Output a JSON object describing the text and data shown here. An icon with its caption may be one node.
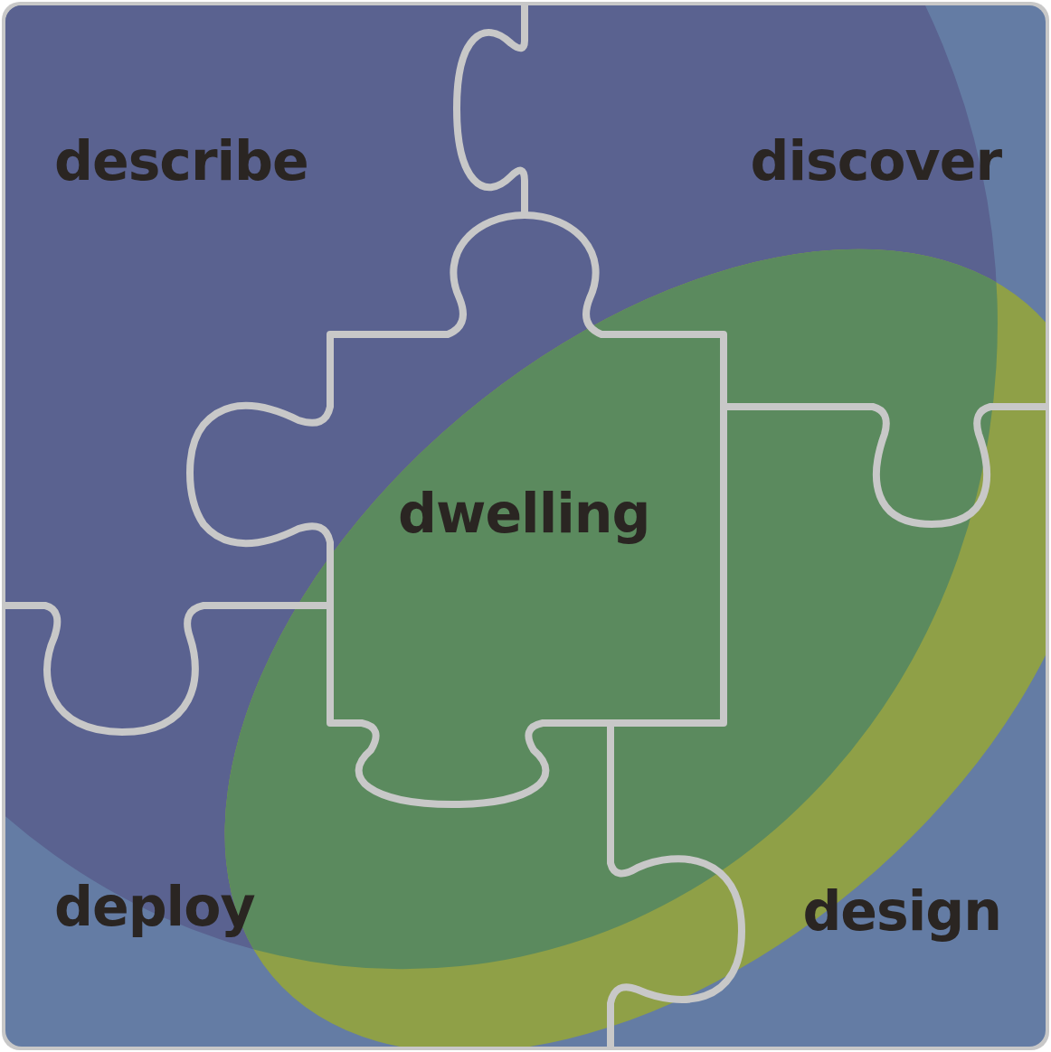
{
  "diagram": {
    "nodes": [
      {
        "text": [
          "describe"
        ]
      },
      {
        "text": [
          "discover"
        ]
      },
      {
        "text": [
          "dwelling"
        ]
      },
      {
        "text": [
          "deploy"
        ]
      },
      {
        "text": [
          "design"
        ]
      }
    ]
  }
}
